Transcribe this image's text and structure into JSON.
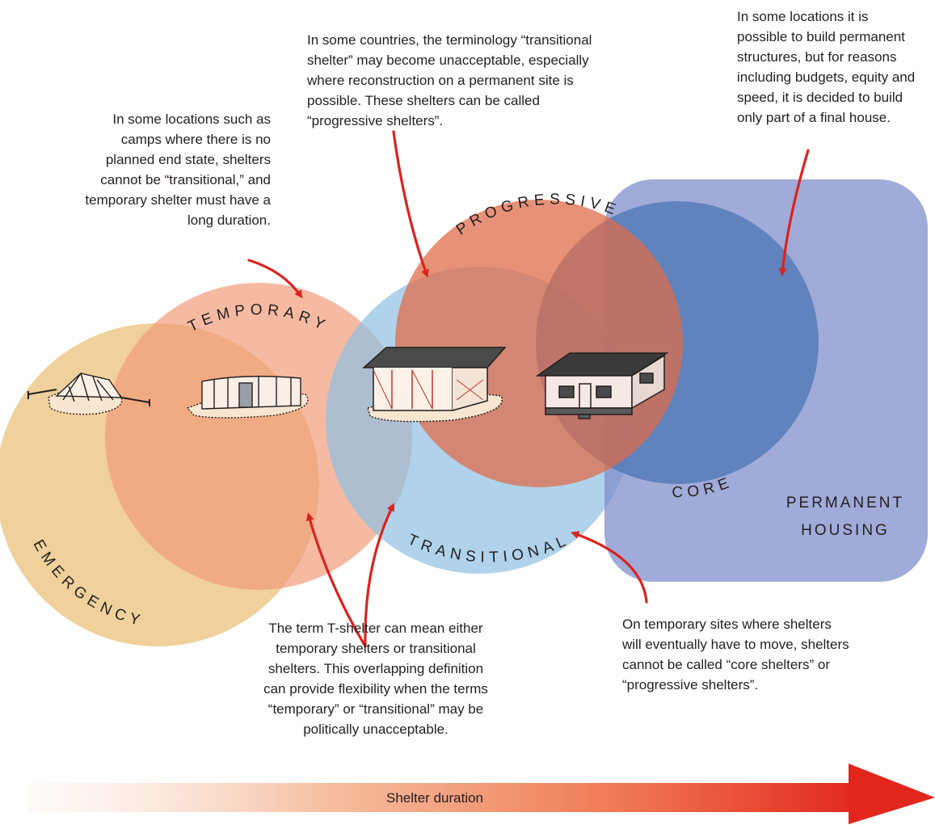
{
  "zones": {
    "emergency": {
      "label": "EMERGENCY",
      "color": "#e6b25a"
    },
    "temporary": {
      "label": "TEMPORARY",
      "color": "#f29a78"
    },
    "transitional": {
      "label": "TRANSITIONAL",
      "color": "#8fc1e3"
    },
    "progressive": {
      "label": "PROGRESSIVE",
      "color": "#df6a49"
    },
    "core": {
      "label": "CORE",
      "color": "#4f77b5"
    },
    "permanent": {
      "label_line1": "PERMANENT",
      "label_line2": "HOUSING",
      "color": "#7d8bcb"
    }
  },
  "notes": {
    "temporary_note": [
      "In some locations such as",
      "camps where there is no",
      "planned end state, shelters",
      "cannot be “transitional,” and",
      "temporary shelter must have a",
      "long duration."
    ],
    "progressive_note": [
      "In some countries, the terminology “transitional",
      "shelter” may become unacceptable, especially",
      "where reconstruction on a permanent site is",
      "possible. These shelters  can be called",
      "“progressive shelters”."
    ],
    "core_note": [
      "In some locations it is",
      "possible to build permanent",
      "structures, but for reasons",
      "including budgets, equity and",
      "speed, it is decided to build",
      "only part of a final house."
    ],
    "tshelter_note": [
      "The term T-shelter can mean either",
      "temporary shelters or transitional",
      "shelters. This overlapping definition",
      "can provide flexibility when the terms",
      "“temporary” or “transitional” may be",
      "politically unacceptable."
    ],
    "sites_note": [
      "On temporary sites where shelters",
      "will eventually have to move, shelters",
      "cannot be called “core shelters” or",
      "“progressive shelters”."
    ]
  },
  "icons": [
    "tent-icon",
    "temporary-shelter-icon",
    "transitional-shelter-icon",
    "permanent-house-icon"
  ],
  "duration_arrow": {
    "label": "Shelter duration",
    "color_start": "#fbe6dc",
    "color_end": "#e2261c"
  },
  "pointer_color": "#d9231f"
}
